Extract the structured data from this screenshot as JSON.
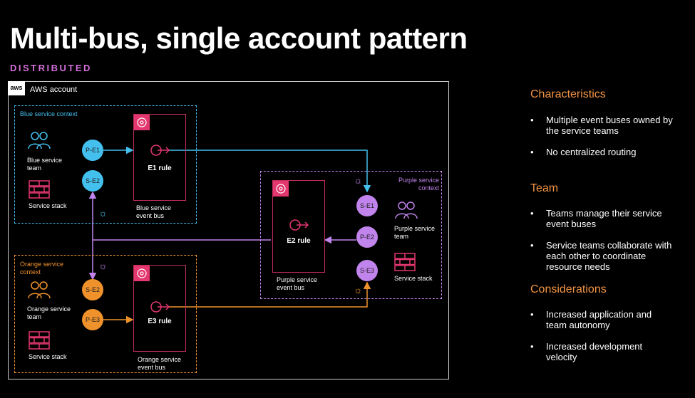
{
  "title": "Multi-bus, single account pattern",
  "subtitle": "DISTRIBUTED",
  "aws": {
    "logo": "aws",
    "label": "AWS account"
  },
  "blue": {
    "context_label": "Blue service context",
    "team": "Blue service team",
    "stack": "Service stack",
    "nodes": [
      "P-E1",
      "S-E2"
    ],
    "rule": "E1 rule",
    "bus": "Blue service event bus",
    "color": "#44c0ef"
  },
  "purple": {
    "context_label": "Purple service context",
    "team": "Purple service team",
    "stack": "Service stack",
    "nodes": [
      "S-E1",
      "P-E2",
      "S-E3"
    ],
    "rule": "E2 rule",
    "bus": "Purple service event bus",
    "color": "#c184ec"
  },
  "orange": {
    "context_label": "Orange service context",
    "team": "Orange service team",
    "stack": "Service stack",
    "nodes": [
      "S-E2",
      "P-E3"
    ],
    "rule": "E3 rule",
    "bus": "Orange service event bus",
    "color": "#f0922c"
  },
  "sidebar": {
    "characteristics": {
      "heading": "Characteristics",
      "items": [
        "Multiple event buses owned by the service teams",
        "No centralized routing"
      ]
    },
    "team": {
      "heading": "Team",
      "items": [
        "Teams manage their service event buses",
        "Service teams collaborate with each other to coordinate resource needs"
      ]
    },
    "considerations": {
      "heading": "Considerations",
      "items": [
        "Increased application and team autonomy",
        "Increased development velocity"
      ]
    }
  }
}
